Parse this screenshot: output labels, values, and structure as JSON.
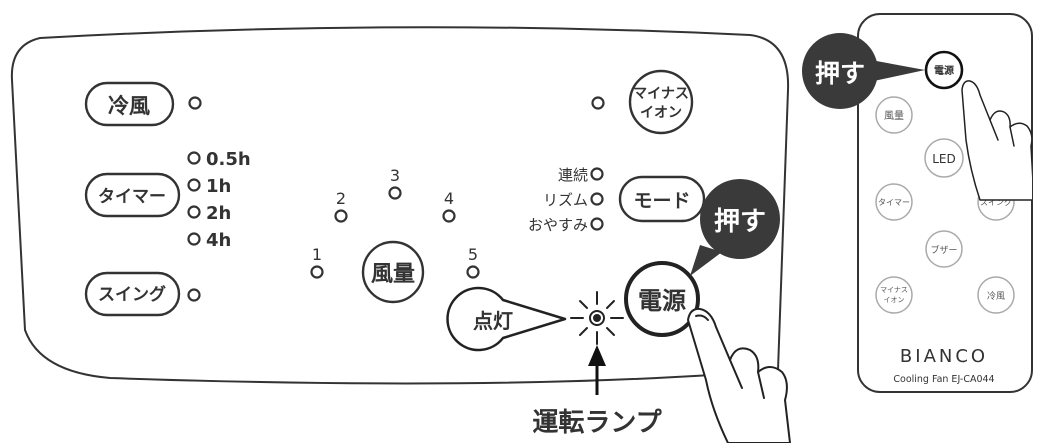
{
  "panel": {
    "buttons": {
      "cool_wind": "冷風",
      "timer": "タイマー",
      "swing": "スイング",
      "fan_speed": "風量",
      "minus_ion_line1": "マイナス",
      "minus_ion_line2": "イオン",
      "mode": "モード",
      "power": "電源"
    },
    "timer_options": [
      "0.5h",
      "1h",
      "2h",
      "4h"
    ],
    "speed_levels": [
      "1",
      "2",
      "3",
      "4",
      "5"
    ],
    "mode_options": [
      "連続",
      "リズム",
      "おやすみ"
    ]
  },
  "callouts": {
    "press": "押す",
    "lit": "点灯",
    "run_lamp": "運転ランプ"
  },
  "remote": {
    "power": "電源",
    "fan_speed": "風量",
    "led": "LED",
    "timer": "タイマー",
    "swing": "スイング",
    "buzzer": "ブザー",
    "minus_ion_line1": "マイナス",
    "minus_ion_line2": "イオン",
    "cool_wind": "冷風",
    "brand": "BIANCO",
    "model": "Cooling Fan EJ-CA044"
  }
}
